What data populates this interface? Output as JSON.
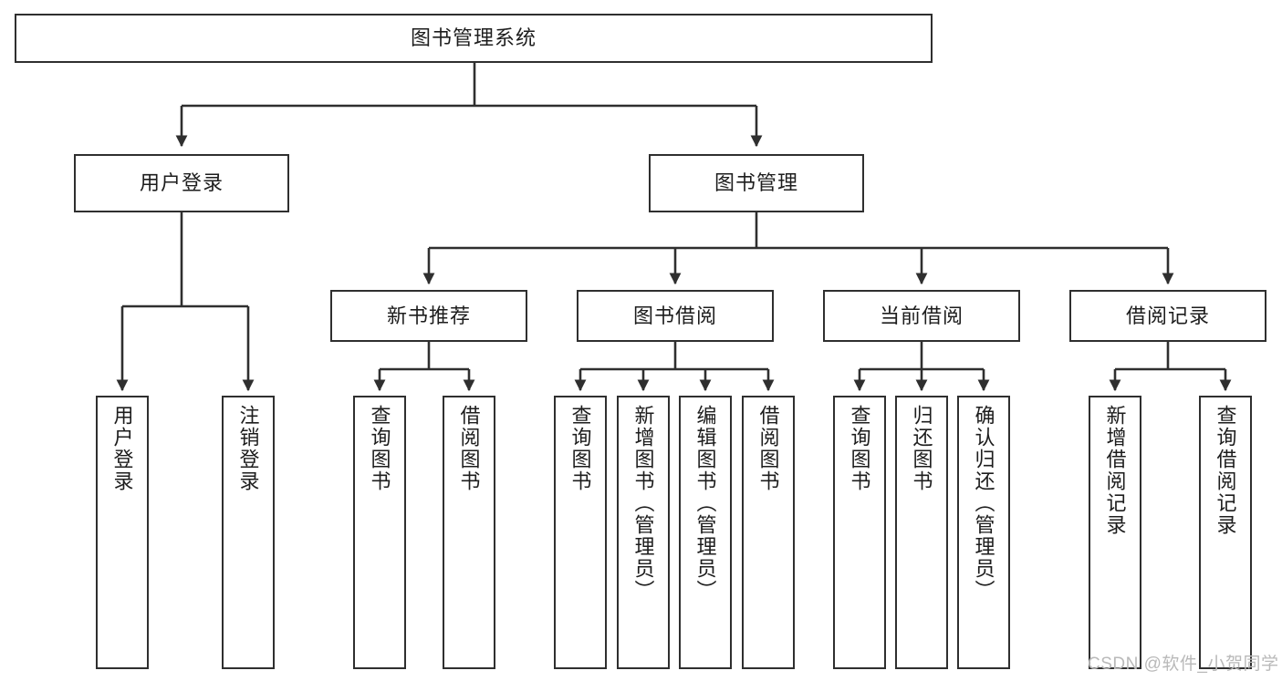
{
  "diagram": {
    "title": "图书管理系统",
    "type": "tree-hierarchy-diagram",
    "watermark": "CSDN @软件_小贺同学",
    "colors": {
      "background": "#ffffff",
      "box_border": "#2f2f2f",
      "connector": "#2f2f2f",
      "text": "#1d1d1d",
      "watermark": "#b9b9b9"
    },
    "root": {
      "label": "图书管理系统"
    },
    "level2": [
      {
        "label": "用户登录"
      },
      {
        "label": "图书管理"
      }
    ],
    "level3": [
      {
        "label": "新书推荐"
      },
      {
        "label": "图书借阅"
      },
      {
        "label": "当前借阅"
      },
      {
        "label": "借阅记录"
      }
    ],
    "leaves": {
      "user_login": [
        {
          "label": "用户登录"
        },
        {
          "label": "注销登录"
        }
      ],
      "new_book_recommend": [
        {
          "label": "查询图书"
        },
        {
          "label": "借阅图书"
        }
      ],
      "book_borrow": [
        {
          "label": "查询图书"
        },
        {
          "label": "新增图书（管理员）"
        },
        {
          "label": "编辑图书（管理员）"
        },
        {
          "label": "借阅图书"
        }
      ],
      "current_borrow": [
        {
          "label": "查询图书"
        },
        {
          "label": "归还图书"
        },
        {
          "label": "确认归还（管理员）"
        }
      ],
      "borrow_record": [
        {
          "label": "新增借阅记录"
        },
        {
          "label": "查询借阅记录"
        }
      ]
    }
  }
}
